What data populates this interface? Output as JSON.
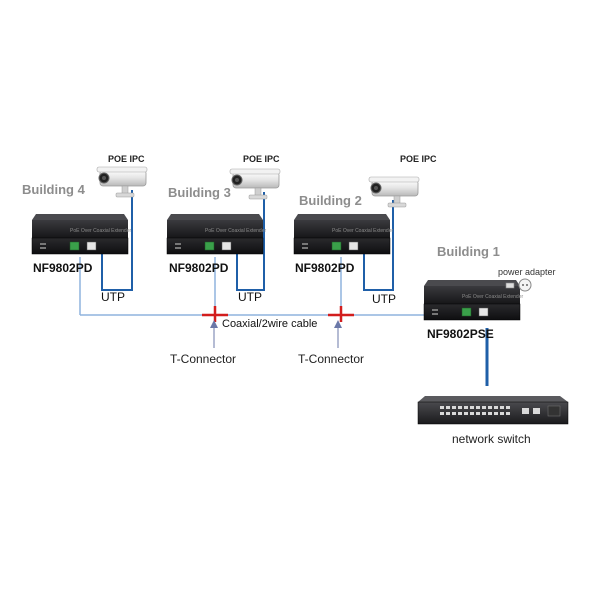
{
  "diagram": {
    "camera_label": "POE IPC",
    "utp_label": "UTP",
    "cable_label": "Coaxial/2wire cable",
    "t_connector_label": "T-Connector",
    "power_adapter_label": "power adapter",
    "network_switch_label": "network switch",
    "device_faceplate_text": "PoE Over Coaxial Extender",
    "buildings": [
      {
        "name": "Building 4",
        "model": "NF9802PD"
      },
      {
        "name": "Building 3",
        "model": "NF9802PD"
      },
      {
        "name": "Building 2",
        "model": "NF9802PD"
      },
      {
        "name": "Building 1",
        "model": "NF9802PSE"
      }
    ],
    "colors": {
      "cable": "#1f5fa8",
      "cable_light": "#8fb3dd",
      "connector": "#d21d1d",
      "device": "#1c1c1e",
      "port_green": "#3aa04a"
    }
  }
}
